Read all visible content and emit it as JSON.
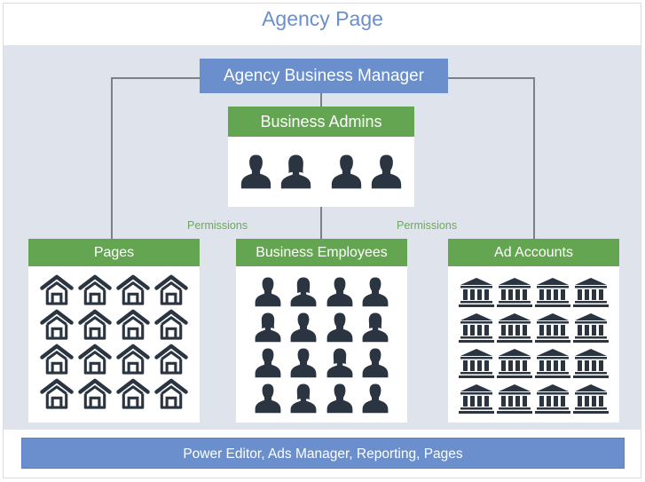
{
  "header": {
    "title": "Agency Page"
  },
  "diagram": {
    "top_node": "Agency Business Manager",
    "admins": {
      "label": "Business Admins",
      "icon": "person-icon",
      "count": 4
    },
    "permission_labels": [
      "Permissions",
      "Permissions"
    ],
    "groups": [
      {
        "id": "pages",
        "label": "Pages",
        "icon": "house-icon",
        "count": 16
      },
      {
        "id": "employees",
        "label": "Business Employees",
        "icon": "person-icon",
        "count": 16
      },
      {
        "id": "ad-accounts",
        "label": "Ad Accounts",
        "icon": "bank-icon",
        "count": 16
      }
    ]
  },
  "footer": {
    "tools": "Power Editor, Ads Manager, Reporting, Pages"
  },
  "colors": {
    "blue": "#6a8fcc",
    "green": "#64a551",
    "band": "#dfe4ec",
    "icon": "#2b3542"
  }
}
